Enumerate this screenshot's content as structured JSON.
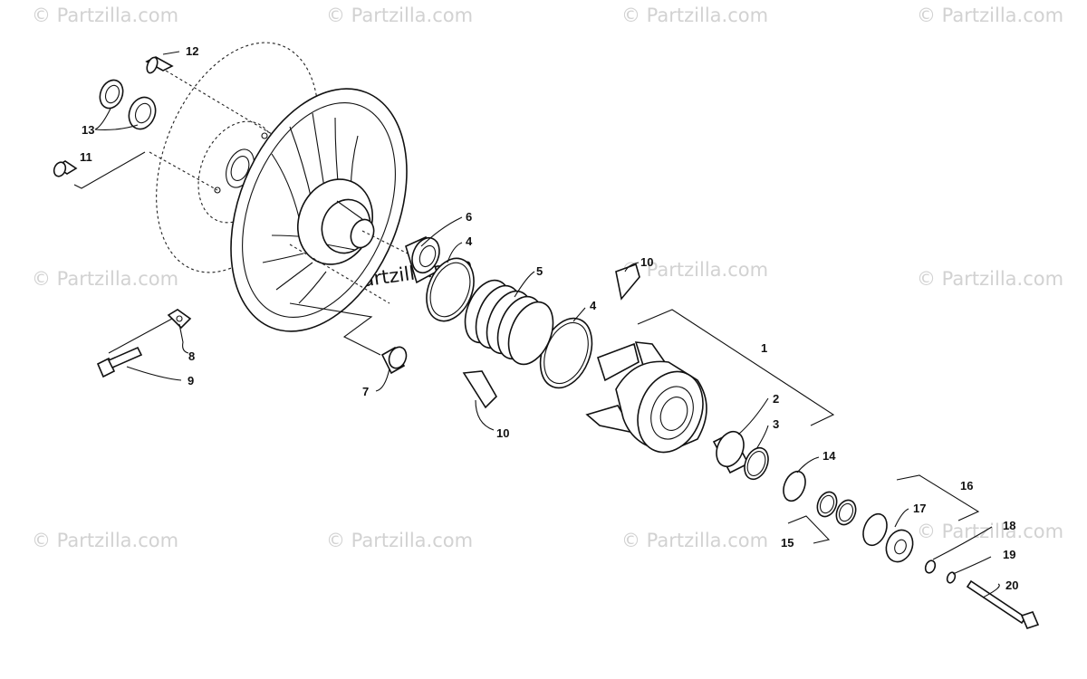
{
  "watermark": "© Partzilla.com",
  "center_watermark": "© Partzilla.com",
  "callouts": {
    "c1": "1",
    "c2": "2",
    "c3": "3",
    "c4a": "4",
    "c4b": "4",
    "c5": "5",
    "c6": "6",
    "c7": "7",
    "c8": "8",
    "c9": "9",
    "c10a": "10",
    "c10b": "10",
    "c11": "11",
    "c12": "12",
    "c13": "13",
    "c14": "14",
    "c15": "15",
    "c16": "16",
    "c17": "17",
    "c18": "18",
    "c19": "19",
    "c20": "20"
  }
}
